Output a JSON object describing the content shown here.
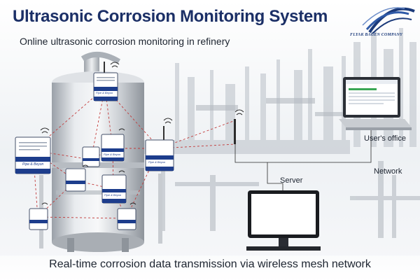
{
  "header": {
    "title": "Ultrasonic Corrosion Monitoring System",
    "subtitle": "Online ultrasonic corrosion monitoring in refinery"
  },
  "logo": {
    "company": "FLYAK BAGEN COMPANY",
    "icon": "globe-swoosh-logo"
  },
  "labels": {
    "office": "User's office",
    "network": "Network",
    "server": "Server"
  },
  "sensor": {
    "brand": "Pipe & Beyon",
    "icon": "wireless-signal-icon"
  },
  "footer": {
    "caption": "Real-time corrosion data transmission via wireless mesh network"
  },
  "colors": {
    "title": "#1b2f66",
    "sensor_band": "#1d3d8c",
    "mesh_line": "#c23a3a",
    "network_line": "#2b2b2b"
  }
}
